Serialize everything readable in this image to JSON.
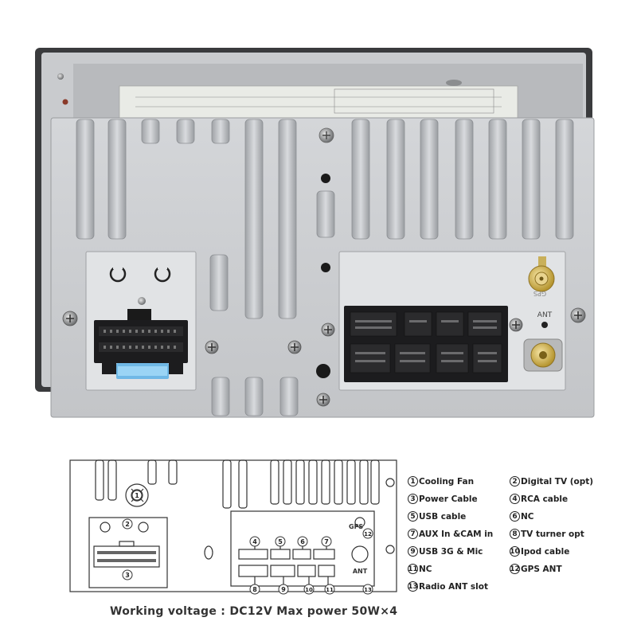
{
  "photo": {
    "gps_label": "GPS",
    "ant_label": "ANT"
  },
  "diagram": {
    "gps_label": "GPS",
    "ant_label": "ANT",
    "callouts": [
      "1",
      "2",
      "3",
      "4",
      "5",
      "6",
      "7",
      "8",
      "9",
      "10",
      "11",
      "12",
      "13"
    ]
  },
  "legend": [
    {
      "num": "1",
      "label": "Cooling Fan"
    },
    {
      "num": "2",
      "label": "Digital TV (opt)"
    },
    {
      "num": "3",
      "label": "Power Cable"
    },
    {
      "num": "4",
      "label": "RCA cable"
    },
    {
      "num": "5",
      "label": "USB cable"
    },
    {
      "num": "6",
      "label": "NC"
    },
    {
      "num": "7",
      "label": "AUX In &CAM in"
    },
    {
      "num": "8",
      "label": "TV turner opt"
    },
    {
      "num": "9",
      "label": "USB 3G & Mic"
    },
    {
      "num": "10",
      "label": "Ipod cable"
    },
    {
      "num": "11",
      "label": "NC"
    },
    {
      "num": "12",
      "label": "GPS ANT"
    },
    {
      "num": "13",
      "label": "Radio ANT slot"
    }
  ],
  "footer": "Working voltage : DC12V Max power 50W×4"
}
